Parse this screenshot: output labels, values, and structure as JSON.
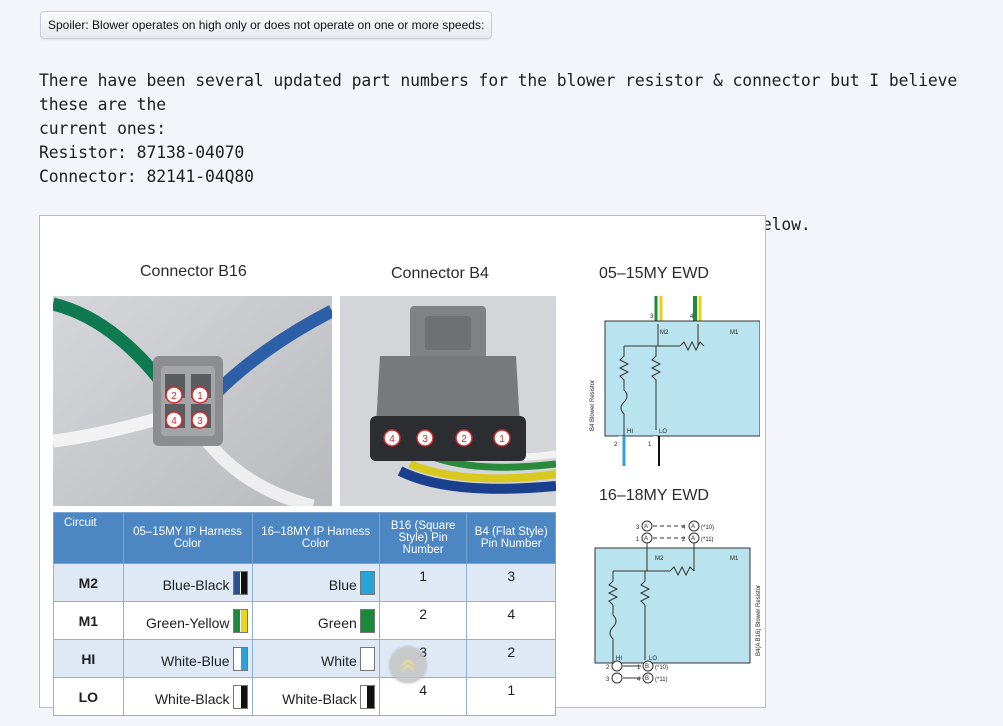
{
  "spoiler": {
    "label": "Spoiler: Blower operates on high only or does not operate on one or more speeds:"
  },
  "post": {
    "line1": "There have been several updated part numbers for the blower resistor & connector but I believe these are the",
    "line2": "current ones:",
    "resistor": "Resistor: 87138-04070",
    "connector": "Connector: 82141-04Q80",
    "wire_note": "The wire colors on the updated connector are slightly different as shown below."
  },
  "figure": {
    "connector_b16": "Connector B16",
    "connector_b4": "Connector B4",
    "ewd_old": "05–15MY EWD",
    "ewd_new": "16–18MY EWD",
    "pins_b16": [
      "2",
      "1",
      "4",
      "3"
    ],
    "pins_b4": [
      "4",
      "3",
      "2",
      "1"
    ],
    "ewd_labels": {
      "m2": "M2",
      "m1": "M1",
      "hi": "HI",
      "lo": "LO",
      "resistor_old": "B4 Blower Resistor",
      "resistor_new": "B4(A B16) Blower Resistor",
      "note10": "(*10)",
      "note11": "(*11)",
      "old_top3": "3",
      "old_top4": "4",
      "old_bot2": "2",
      "old_bot1": "1",
      "new_top3": "3",
      "new_top1": "1",
      "new_top4": "4",
      "new_top2": "2",
      "new_bot2": "2",
      "new_bot1": "1",
      "new_bot3": "3",
      "new_bot4b": "4",
      "pin_a": "A",
      "pin_b": "B"
    },
    "table": {
      "headers": [
        "Circuit",
        "05–15MY IP Harness Color",
        "16–18MY IP Harness Color",
        "B16 (Square Style) Pin Number",
        "B4 (Flat Style) Pin Number"
      ],
      "rows": [
        {
          "circuit": "M2",
          "old": "Blue-Black",
          "new": "Blue",
          "b16": "1",
          "b4": "3",
          "old_c": [
            "#2e4f8f",
            "#111111"
          ],
          "new_c": [
            "#26a3d9"
          ]
        },
        {
          "circuit": "M1",
          "old": "Green-Yellow",
          "new": "Green",
          "b16": "2",
          "b4": "4",
          "old_c": [
            "#1d8a3c",
            "#e8d71c"
          ],
          "new_c": [
            "#188a3a"
          ]
        },
        {
          "circuit": "HI",
          "old": "White-Blue",
          "new": "White",
          "b16": "3",
          "b4": "2",
          "old_c": [
            "#ffffff",
            "#2da2d8"
          ],
          "new_c": [
            "#ffffff"
          ]
        },
        {
          "circuit": "LO",
          "old": "White-Black",
          "new": "White-Black",
          "b16": "4",
          "b4": "1",
          "old_c": [
            "#ffffff",
            "#111111"
          ],
          "new_c": [
            "#ffffff",
            "#111111"
          ]
        }
      ]
    }
  },
  "colors": {
    "page_bg": "#f4f5fb",
    "table_header": "#4d87c3",
    "ewd_fill": "#b9e3ee"
  }
}
